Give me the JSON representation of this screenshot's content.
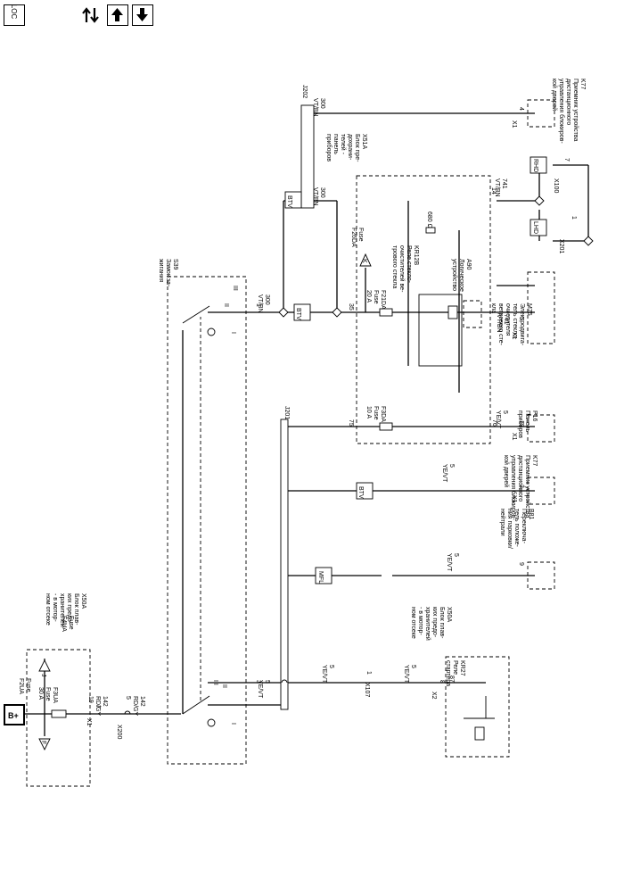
{
  "toolbar": {
    "loc_label": "LOC",
    "buttons": [
      {
        "name": "swap-direction-button",
        "icon": "swap-arrows-icon"
      },
      {
        "name": "navigate-up-button",
        "icon": "arrow-up-icon"
      },
      {
        "name": "navigate-down-button",
        "icon": "arrow-down-icon"
      }
    ]
  },
  "diagram": {
    "battery": "B+",
    "x50a_top": {
      "id": "X50A",
      "lines": [
        "Блок плав-",
        "ких предо-",
        "хранителей",
        "- в мотор-",
        "ном отсеке"
      ]
    },
    "fuse_f4ua": [
      "Fuse",
      "F4UA"
    ],
    "fuse_f2ua": [
      "Fuse",
      "F2UA"
    ],
    "fuse_f3ua": [
      "F3UA",
      "Fuse",
      "30 A"
    ],
    "f4ua_tri": "J",
    "f2ua_tri": "F",
    "x1_top": "X1",
    "pin_7": "7",
    "wire_142_rdgy_a": [
      "142",
      "RD/GY",
      "19"
    ],
    "x200": "X200",
    "wire_142_rdgy_b": [
      "142",
      "RD/GY",
      "5"
    ],
    "s39": {
      "id": "S39",
      "lines": [
        "Замок за-",
        "жигания"
      ]
    },
    "switch_pos_iii_a": "III",
    "switch_pos_ii_a": "II",
    "switch_pos_i_a": "I",
    "switch_pos_iii_b": "III",
    "switch_pos_ii_b": "II",
    "switch_pos_i_b": "I",
    "pin_3": "3",
    "wire_5_yevt_a": [
      "5",
      "YE/VT"
    ],
    "j201": "J201",
    "wire_5_yevt_b": [
      "5",
      "YE/VT"
    ],
    "x107": "X107",
    "pin_1_x107": "1",
    "wire_5_yevt_c": [
      "5",
      "YE/VT"
    ],
    "x2": "X2",
    "pin_8": "8",
    "pin_87": "87",
    "x50a_bottom": {
      "id": "X50A",
      "lines": [
        "Блок плав-",
        "ких предо-",
        "хранителей",
        "- в мотор-",
        "ном отсеке"
      ]
    },
    "kr27": {
      "id": "KR27",
      "lines": [
        "Реле",
        "стартера"
      ]
    },
    "mfl": "MFL",
    "wire_5_yevt_mfl": [
      "5",
      "YE/VT"
    ],
    "pin_9": "9",
    "b81": {
      "id": "B81",
      "lines": [
        "Переключа-",
        "тель положе-",
        "ния парковки/",
        "нейтрали"
      ]
    },
    "btv_mid": "BTV",
    "wire_5_yevt_btv": [
      "5",
      "YE/VT"
    ],
    "x1_k77b": "X1",
    "pin_3_k77b": "3",
    "k77b": {
      "id": "K77",
      "lines": [
        "Приемник устройства",
        "дистанционного",
        "управления блокиров-",
        "кой дверей"
      ]
    },
    "pin_75": "75",
    "fuse_f3da": [
      "F3DA",
      "Fuse",
      "10 A"
    ],
    "pin_76": "76",
    "wire_5_yevt_p16": [
      "5",
      "YE/VT"
    ],
    "x1_p16": "X1",
    "pin_19_p16": "19",
    "p16": {
      "id": "P16",
      "lines": [
        "Панель",
        "приборов"
      ]
    },
    "pin_1_s39": "1",
    "wire_300_vtbn_a": [
      "300",
      "VT/BN"
    ],
    "btv_top": "BTV",
    "pin_35": "35",
    "btv_vert": "BTV",
    "wire_300_vtbn_b": [
      "300",
      "VT/BN"
    ],
    "j202": "J202",
    "wire_300_vtbn_c": [
      "300",
      "VT/BN"
    ],
    "x1_k77a": "X1",
    "pin_4_k77a": "4",
    "k77a": {
      "id": "K77",
      "lines": [
        "Приемник устройства",
        "дистанционного",
        "управления блокиров-",
        "кой дверей"
      ]
    },
    "x51a": {
      "id": "X51A",
      "lines": [
        "Блок пре-",
        "дохрани-",
        "телей -",
        "панель",
        "приборов"
      ]
    },
    "fuse_f26da": [
      "Fuse",
      "F26DA"
    ],
    "f26da_tri": "K",
    "fuse_f21da": [
      "F21DA",
      "Fuse",
      "20 A"
    ],
    "kr12b": {
      "id": "KR12B",
      "lines": [
        "Реле стекло-",
        "очистителей ве-",
        "трового стекла"
      ]
    },
    "resistor": "680 Ω",
    "a90": {
      "id": "A90",
      "lines": [
        "Логическое",
        "устройство"
      ]
    },
    "pin_14": "14",
    "wire_741_vtbn_a": [
      "741",
      "VT/BN"
    ],
    "rhd": "RHD",
    "lhd": "LHD",
    "x100": "X100",
    "pin_7_x100": "7",
    "x201": "X201",
    "pin_1_x201": "1",
    "wire_741_vtbn_b": [
      "741",
      "VT/BN"
    ],
    "x1_m75": "X1",
    "pin_5_m75": "5",
    "m75": {
      "id": "M75",
      "lines": [
        "Электродвига-",
        "тель стекло-",
        "очистителя",
        "ветрового сте-",
        "кла"
      ]
    }
  }
}
